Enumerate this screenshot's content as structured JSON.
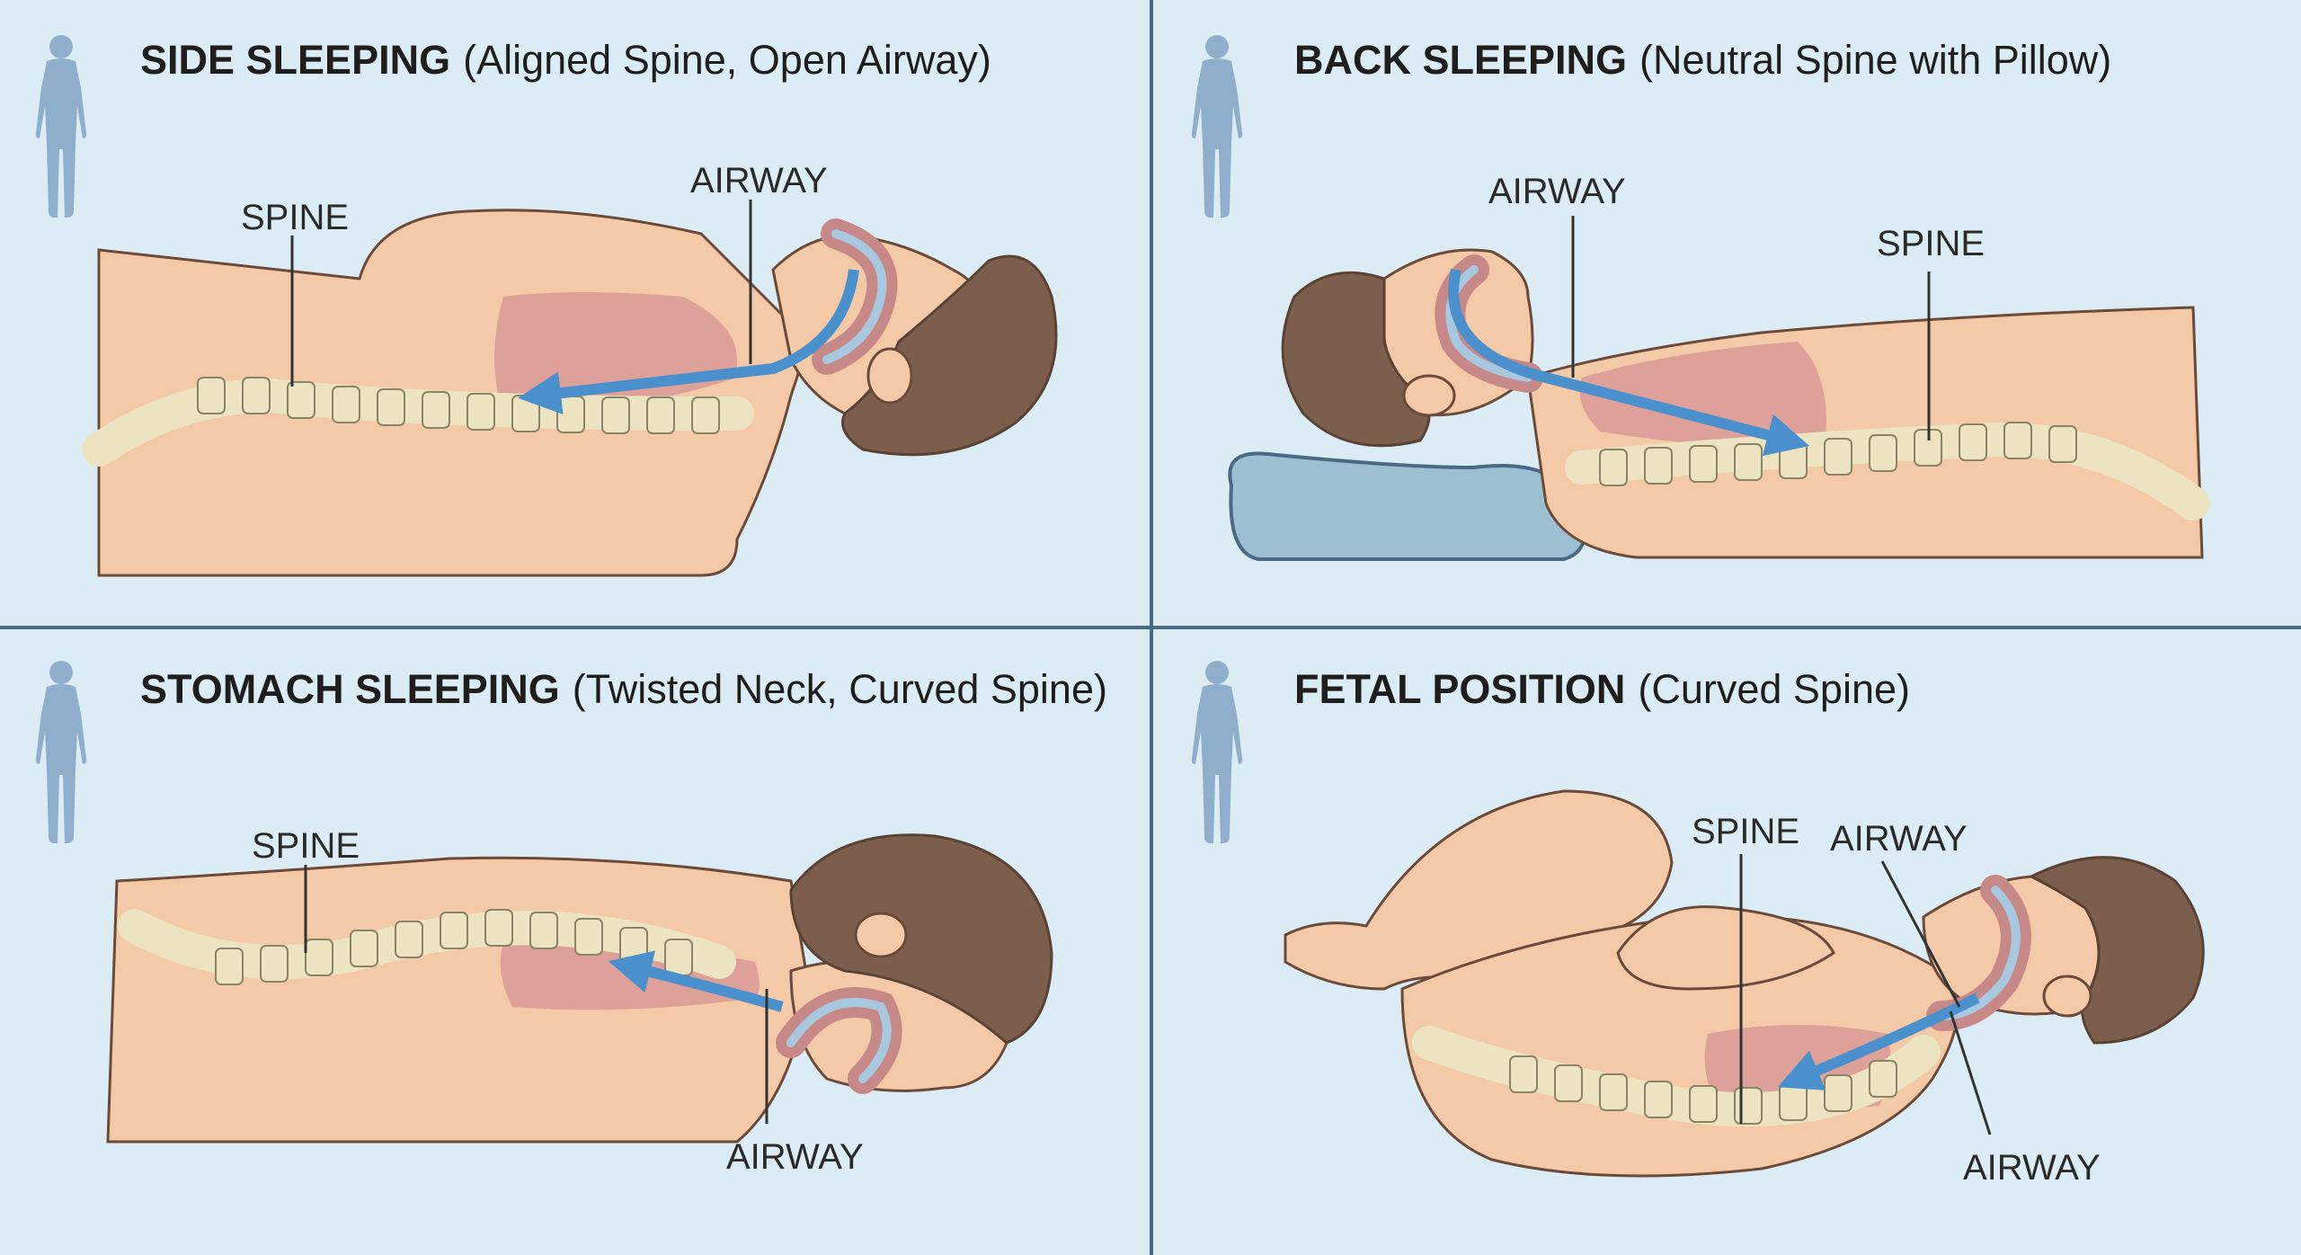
{
  "panels": [
    {
      "title_bold": "SIDE SLEEPING",
      "title_note": "(Aligned Spine, Open Airway)",
      "labels": [
        "SPINE",
        "AIRWAY"
      ]
    },
    {
      "title_bold": "BACK SLEEPING",
      "title_note": "(Neutral Spine with Pillow)",
      "labels": [
        "AIRWAY",
        "SPINE"
      ]
    },
    {
      "title_bold": "STOMACH SLEEPING",
      "title_note": "(Twisted Neck, Curved Spine)",
      "labels": [
        "SPINE",
        "AIRWAY"
      ]
    },
    {
      "title_bold": "FETAL POSITION",
      "title_note": "(Curved Spine)",
      "labels": [
        "SPINE",
        "AIRWAY",
        "AIRWAY"
      ]
    }
  ],
  "colors": {
    "background": "#dcecf4",
    "divider": "#4a6a84",
    "skin": "#f3c9a8",
    "skin_outline": "#6b4a3a",
    "hair": "#7b5e4c",
    "lung": "#d99a98",
    "vertebra": "#ece4c0",
    "disc": "#a8c8e0",
    "arrow": "#4a90cc",
    "pillow": "#9dbfd2",
    "figure_icon": "#8faecb"
  },
  "icons": [
    "human-figure-icon"
  ]
}
